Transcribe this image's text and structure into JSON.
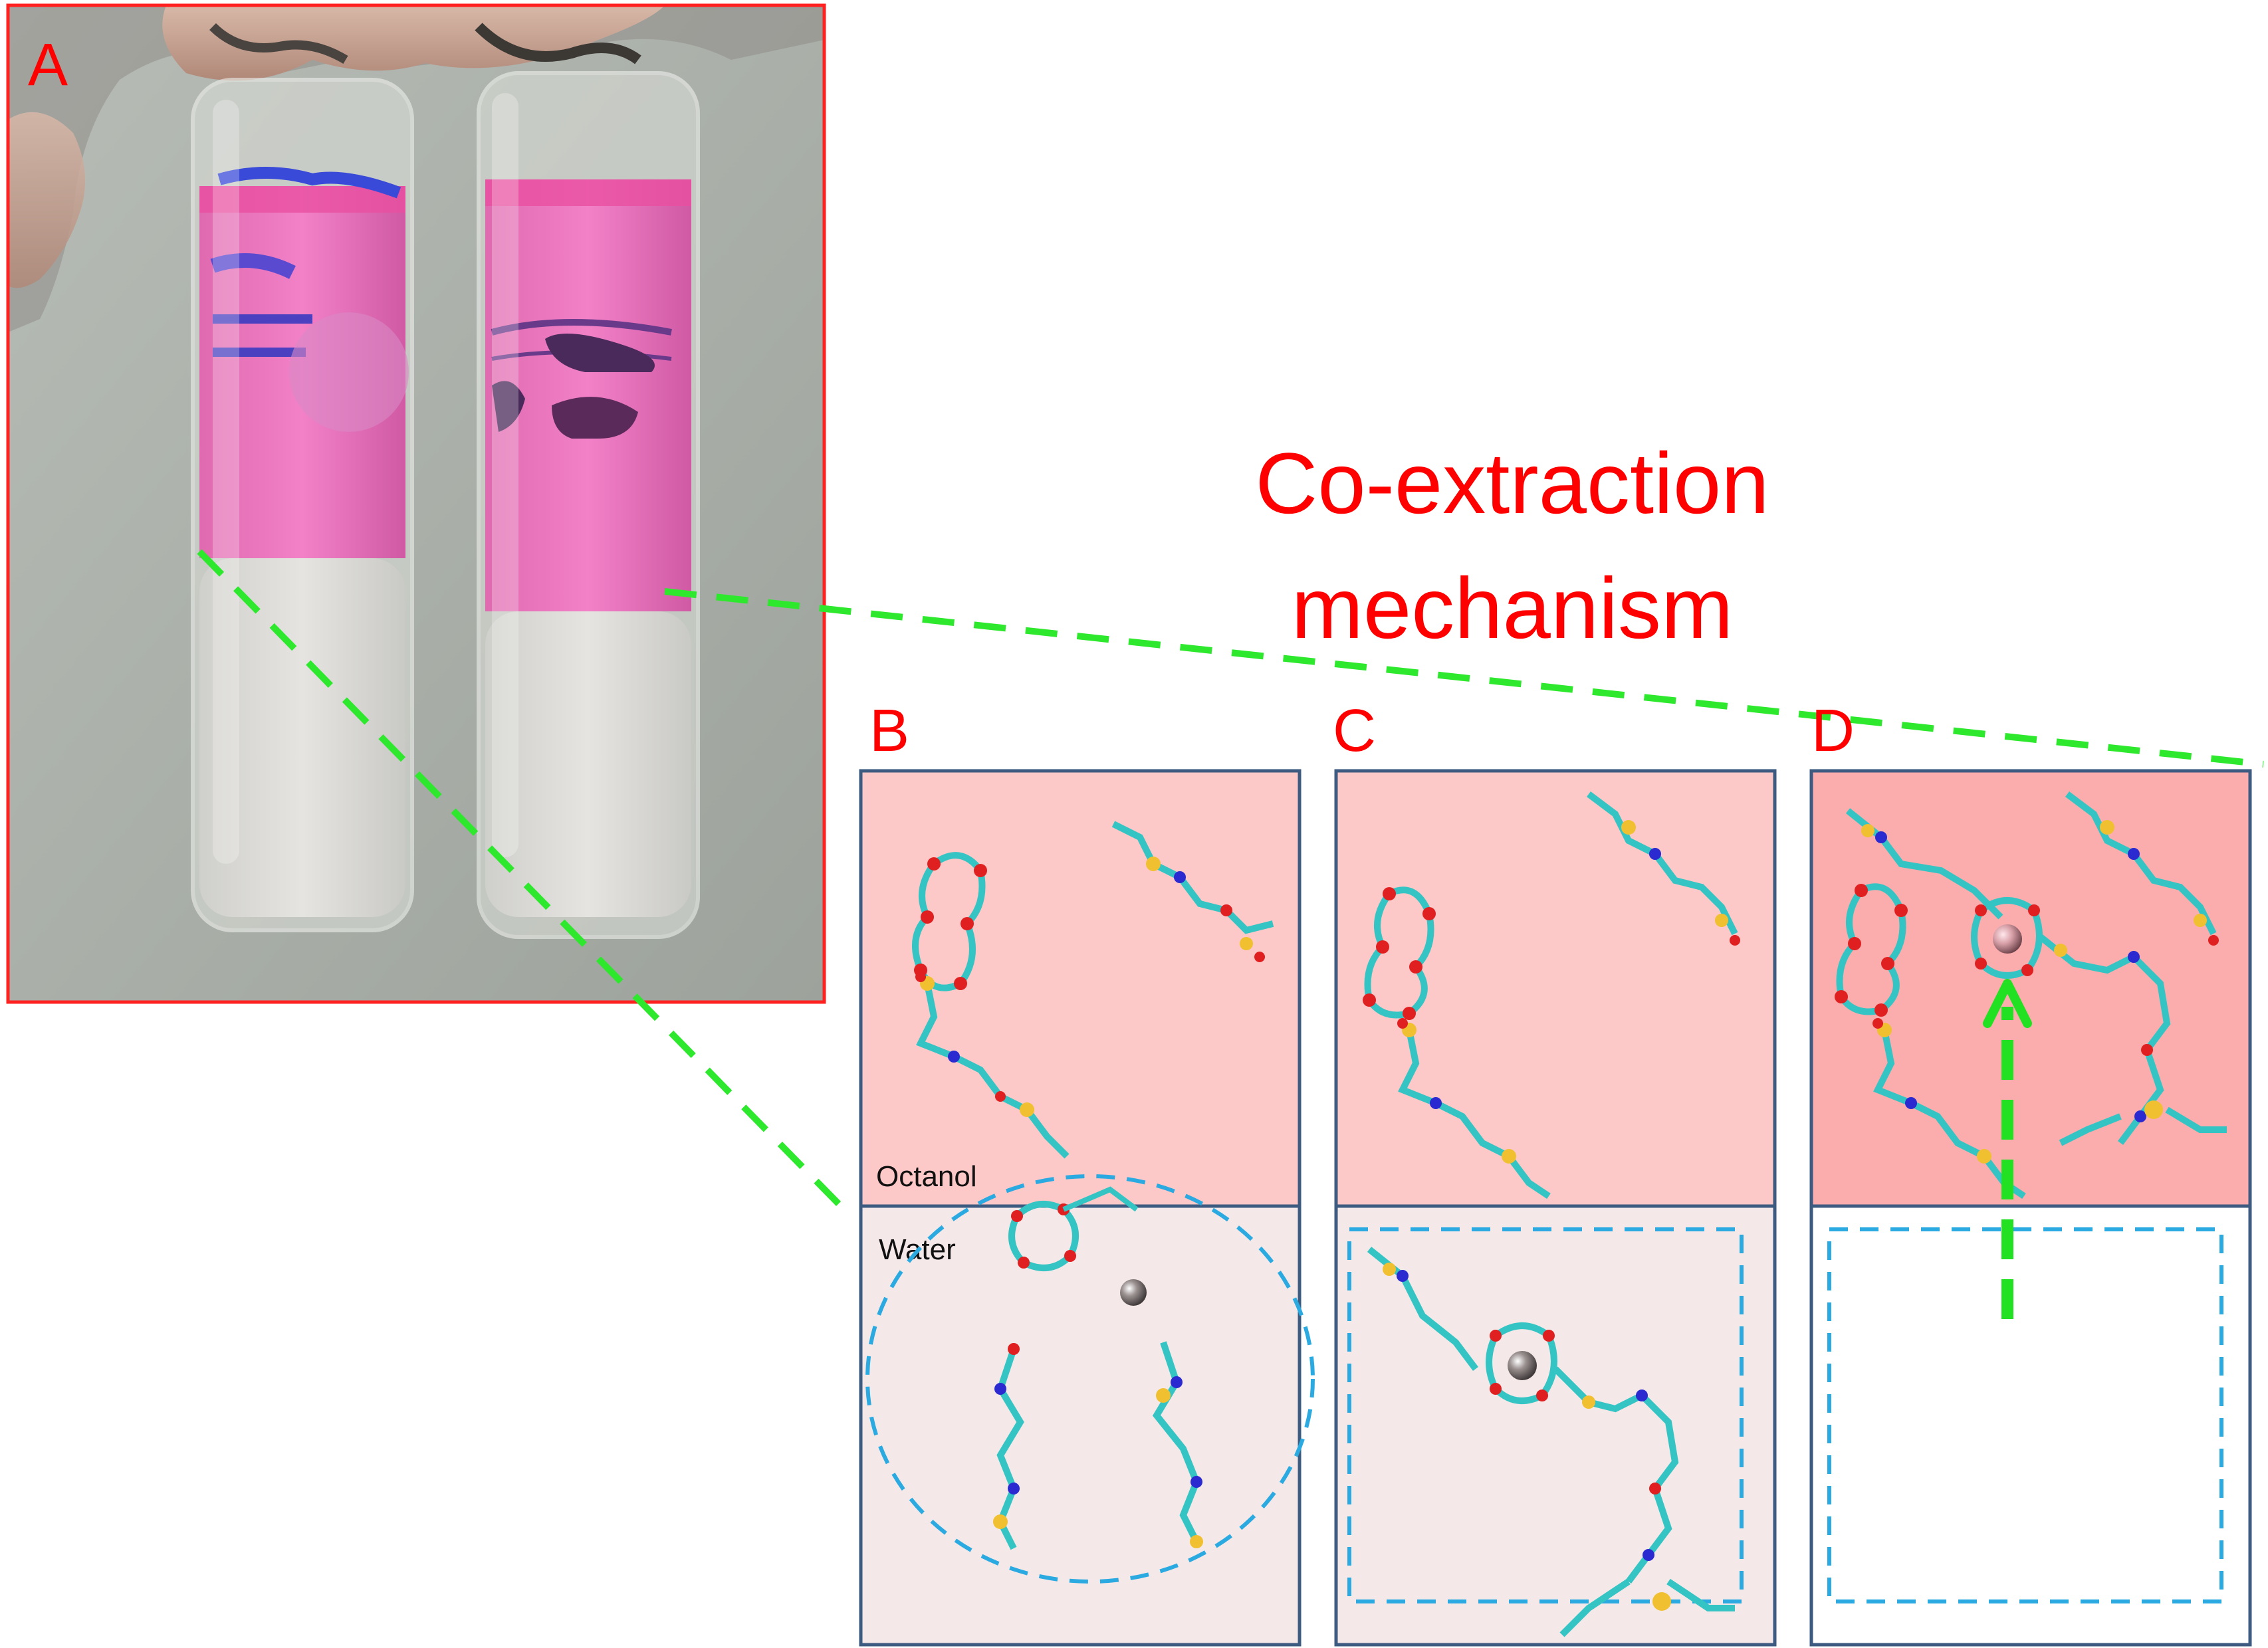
{
  "title": {
    "line1": "Co-extraction",
    "line2": "mechanism"
  },
  "panels": {
    "A": {
      "letter": "A"
    },
    "B": {
      "letter": "B",
      "top_label": "Octanol",
      "bottom_label": "Water"
    },
    "C": {
      "letter": "C"
    },
    "D": {
      "letter": "D"
    }
  },
  "colors": {
    "label_red": "#ff0000",
    "title_red": "#ff0000",
    "connector_green": "#2ee82e",
    "arrow_green": "#22e022",
    "panel_border": "#3d5a80",
    "octanol_light": "#fdc8c8",
    "octanol_dark": "#fbadad",
    "water": "#f5e8e8",
    "dashed_blue": "#2aaae0",
    "atom_carbon": "#35c4c4",
    "atom_oxygen": "#e02020",
    "atom_nitrogen": "#2a2ad0",
    "atom_sulfur": "#f0c030",
    "metal_ion": "#8a8080"
  },
  "photo": {
    "description_icon": "test-tubes-photo",
    "left_tube": {
      "upper_phase": "pink",
      "lower_phase": "clear"
    },
    "right_tube": {
      "upper_phase": "pink",
      "lower_phase": "clear"
    }
  }
}
